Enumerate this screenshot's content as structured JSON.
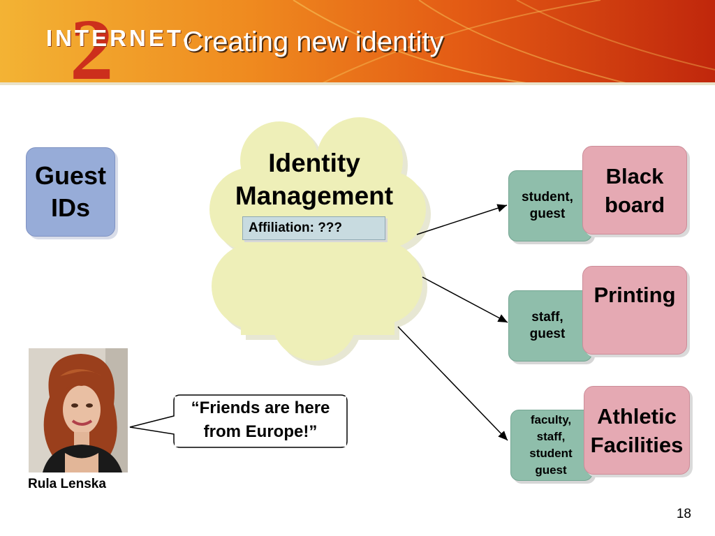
{
  "header": {
    "logo_text": "INTERNET",
    "logo_mark": "®",
    "logo_numeral": "2",
    "title": "Creating new identity"
  },
  "guest_ids": {
    "line1": "Guest",
    "line2": "IDs"
  },
  "cloud": {
    "line1": "Identity",
    "line2": "Management",
    "affiliation": "Affiliation: ???"
  },
  "roles": [
    {
      "line1": "student,",
      "line2": "guest"
    },
    {
      "line1": "staff,",
      "line2": "guest"
    },
    {
      "line1": "faculty,",
      "line2": "staff,",
      "line3": "student",
      "line4": "guest"
    }
  ],
  "services": [
    {
      "line1": "Black",
      "line2": "board"
    },
    {
      "line1": "Printing"
    },
    {
      "line1": "Athletic",
      "line2": "Facilities"
    }
  ],
  "person": {
    "caption": "Rula Lenska",
    "quote_line1": "“Friends are here",
    "quote_line2": "from Europe!”"
  },
  "page_number": "18",
  "colors": {
    "guest_box": "#97acd8",
    "cloud": "#eeefb8",
    "role_box": "#8fbeab",
    "service_box": "#e5a9b3",
    "affiliation_box": "#c8dbe0"
  }
}
